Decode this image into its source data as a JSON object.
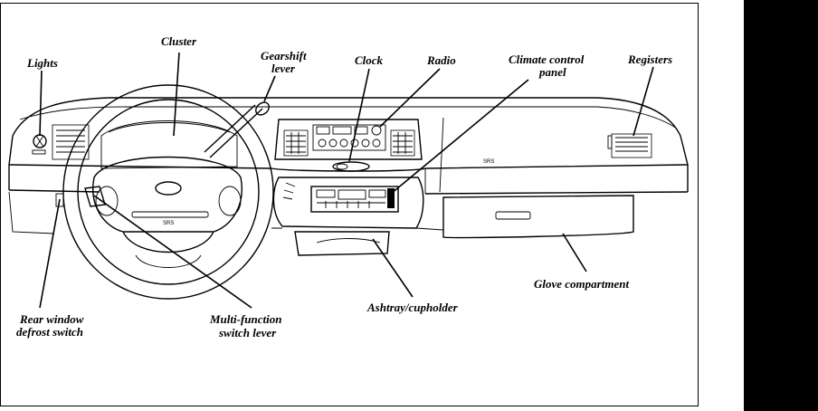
{
  "labels": {
    "cluster": "Cluster",
    "lights": "Lights",
    "gearshift_line1": "Gearshift",
    "gearshift_line2": "lever",
    "clock": "Clock",
    "radio": "Radio",
    "climate_line1": "Climate control",
    "climate_line2": "panel",
    "registers": "Registers",
    "glove": "Glove compartment",
    "ashtray": "Ashtray/cupholder",
    "multifunction_line1": "Multi-function",
    "multifunction_line2": "switch lever",
    "rear_defrost_line1": "Rear window",
    "rear_defrost_line2": "defrost switch"
  },
  "panel_text": {
    "srs_wheel": "SRS",
    "srs_dash": "SRS"
  }
}
